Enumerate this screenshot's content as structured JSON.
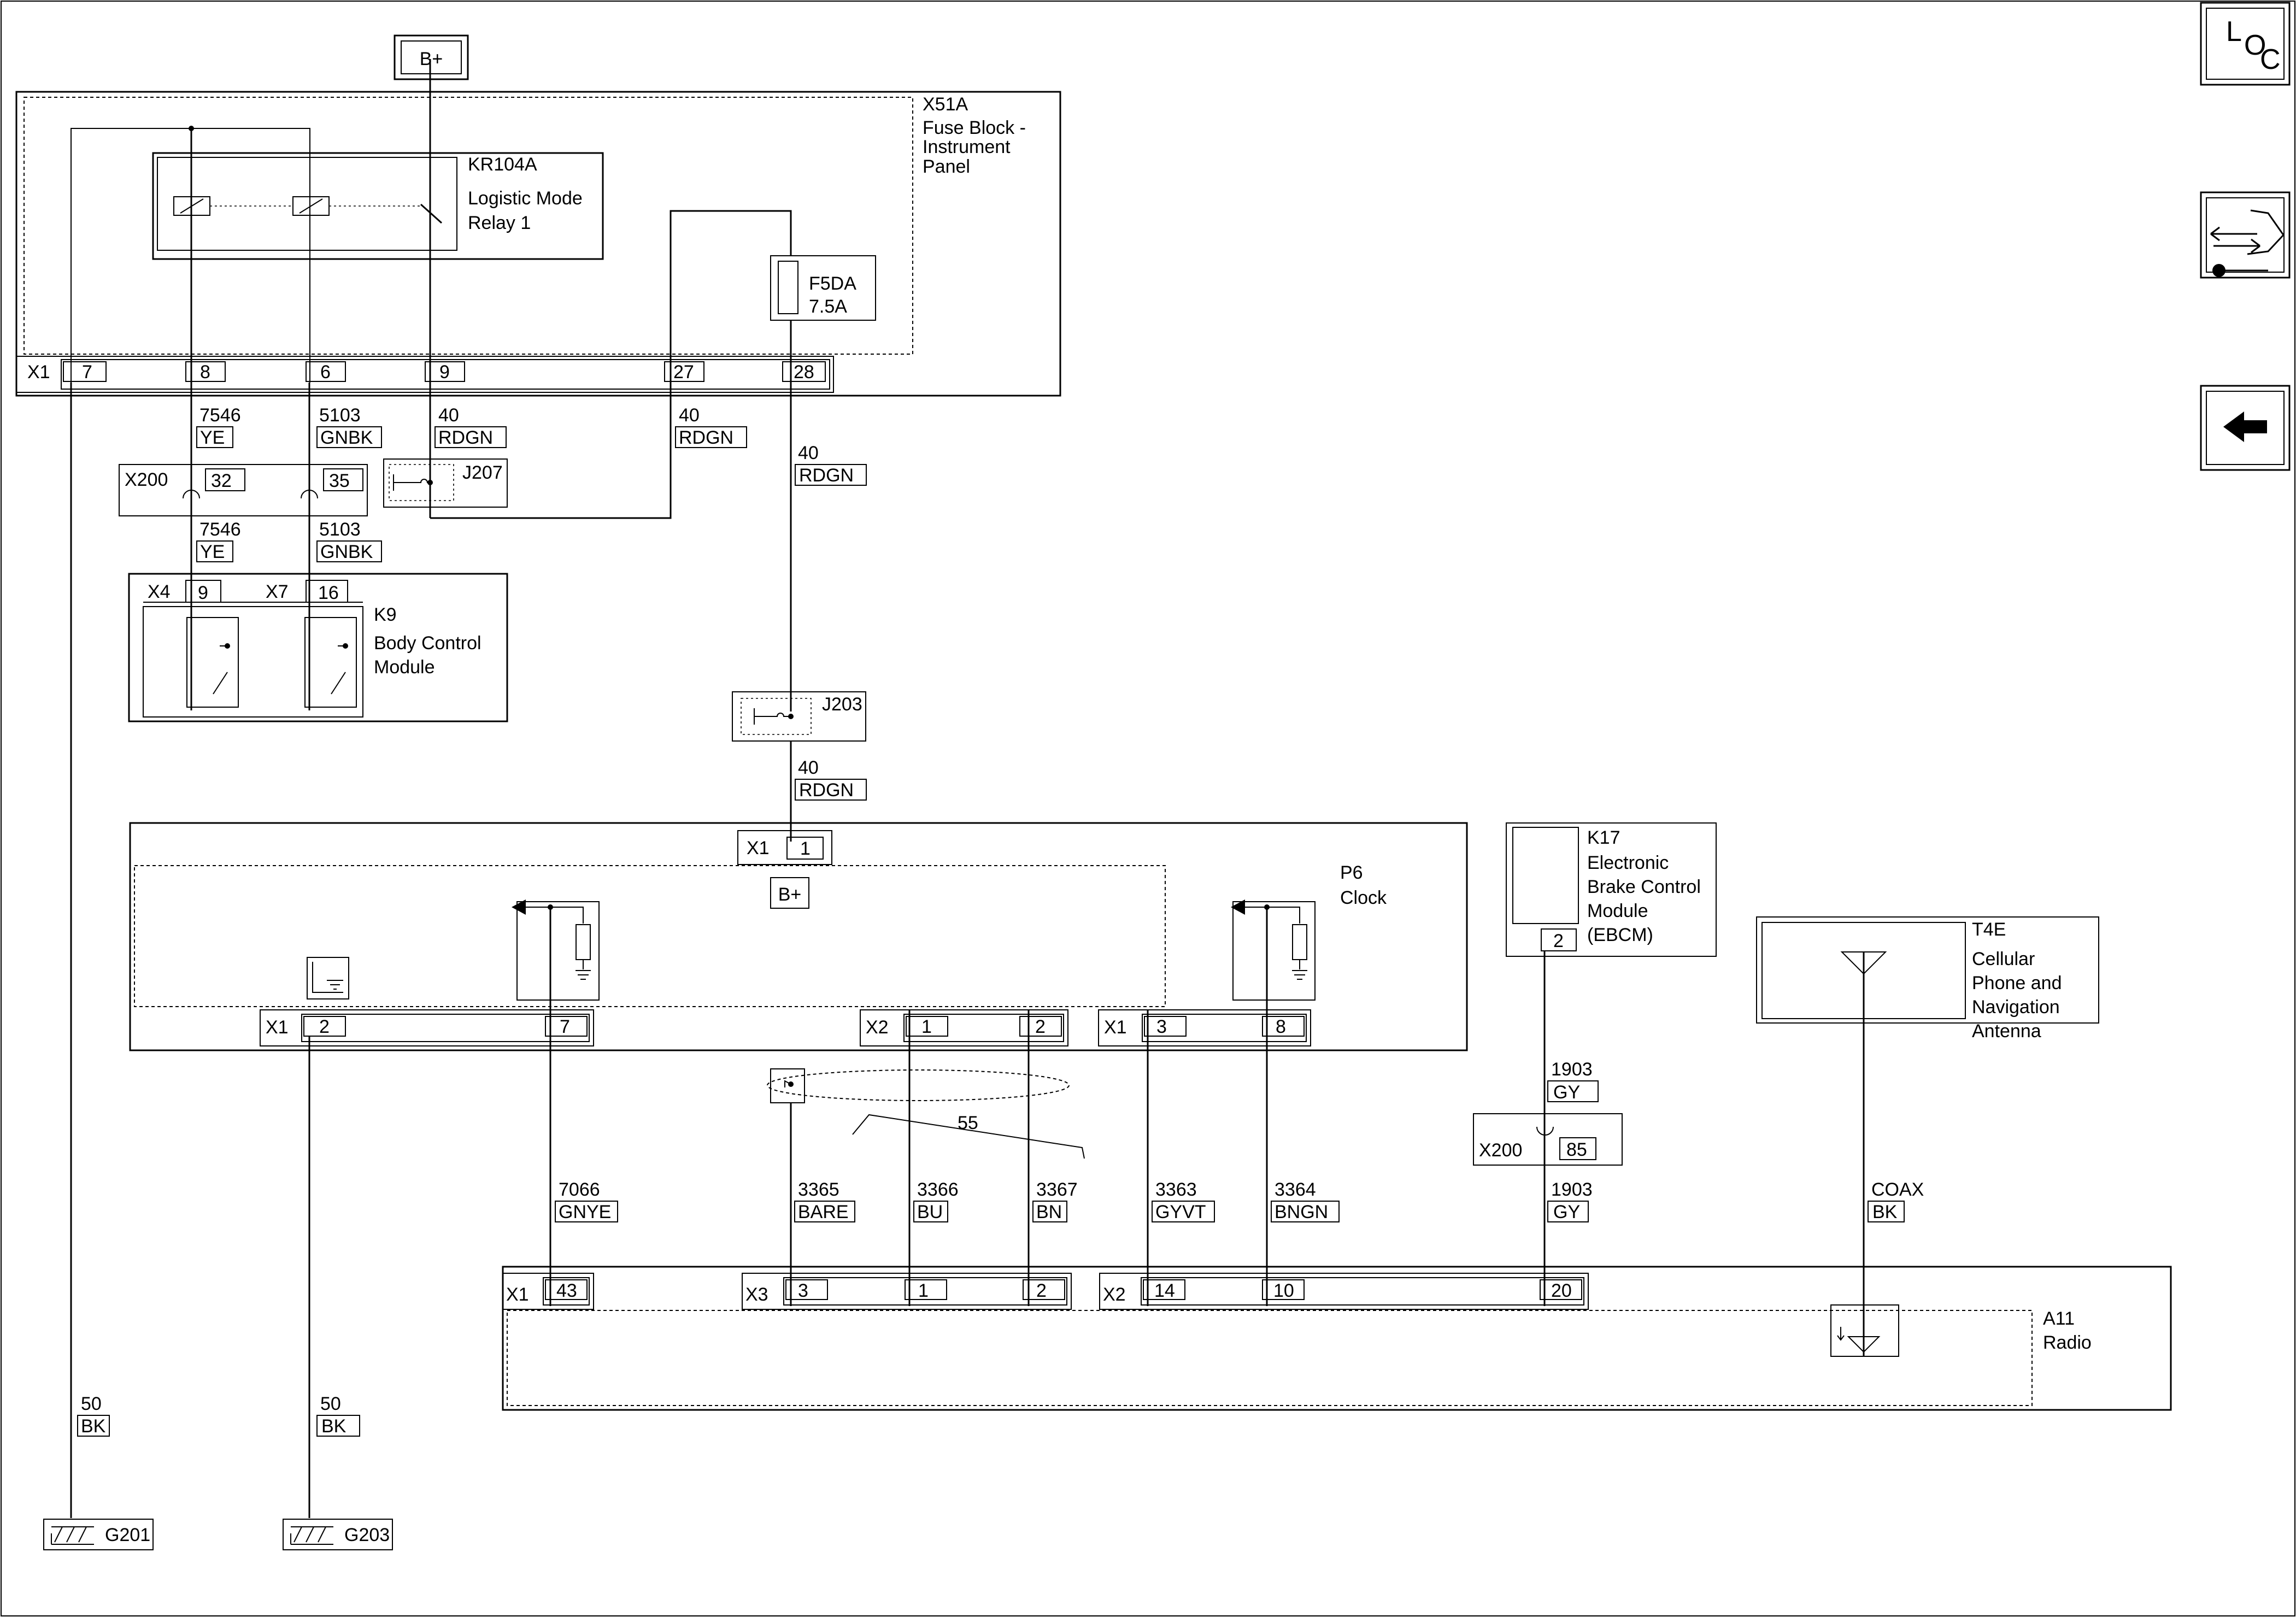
{
  "power": {
    "label": "B+"
  },
  "nav": {
    "loc": "LOC",
    "loc_l": "L",
    "loc_o": "O",
    "loc_c": "C"
  },
  "fuse_block": {
    "ref": "X51A",
    "name_lines": [
      "Fuse Block -",
      "Instrument",
      "Panel"
    ],
    "connector": "X1",
    "pins": [
      "7",
      "8",
      "6",
      "9",
      "27",
      "28"
    ],
    "fuse_ref": "F5DA",
    "fuse_rating": "7.5A",
    "relay_ref": "KR104A",
    "relay_lines": [
      "Logistic Mode",
      "Relay 1"
    ]
  },
  "wires_upper": [
    {
      "circuit": "7546",
      "color": "YE"
    },
    {
      "circuit": "5103",
      "color": "GNBK"
    },
    {
      "circuit": "40",
      "color": "RDGN"
    },
    {
      "circuit": "40",
      "color": "RDGN"
    },
    {
      "circuit": "40",
      "color": "RDGN"
    }
  ],
  "inline_x200_top": {
    "ref": "X200",
    "pins": [
      "32",
      "35"
    ]
  },
  "wires_mid": [
    {
      "circuit": "7546",
      "color": "YE"
    },
    {
      "circuit": "5103",
      "color": "GNBK"
    }
  ],
  "splices": {
    "j207": "J207",
    "j203": "J203"
  },
  "bcm": {
    "ref": "K9",
    "name_lines": [
      "Body Control",
      "Module"
    ],
    "conn_a": "X4",
    "pin_a": "9",
    "conn_b": "X7",
    "pin_b": "16"
  },
  "wire_40_lower": {
    "circuit": "40",
    "color": "RDGN"
  },
  "clock": {
    "ref": "P6",
    "name": "Clock",
    "power_label": "B+",
    "top_conn": "X1",
    "top_pin": "1",
    "bottom_conns": [
      {
        "conn": "X1",
        "pins": [
          "2",
          "7"
        ]
      },
      {
        "conn": "X2",
        "pins": [
          "1",
          "2"
        ]
      },
      {
        "conn": "X1",
        "pins": [
          "3",
          "8"
        ]
      }
    ]
  },
  "ebcm": {
    "ref": "K17",
    "name_lines": [
      "Electronic",
      "Brake Control",
      "Module",
      "(EBCM)"
    ],
    "pin": "2"
  },
  "antenna": {
    "ref": "T4E",
    "name_lines": [
      "Cellular",
      "Phone and",
      "Navigation",
      "Antenna"
    ]
  },
  "twist_label": "55",
  "wire_1903_a": {
    "circuit": "1903",
    "color": "GY"
  },
  "inline_x200_bottom": {
    "ref": "X200",
    "pin": "85"
  },
  "wires_lower": [
    {
      "circuit": "7066",
      "color": "GNYE"
    },
    {
      "circuit": "3365",
      "color": "BARE"
    },
    {
      "circuit": "3366",
      "color": "BU"
    },
    {
      "circuit": "3367",
      "color": "BN"
    },
    {
      "circuit": "3363",
      "color": "GYVT"
    },
    {
      "circuit": "3364",
      "color": "BNGN"
    },
    {
      "circuit": "1903",
      "color": "GY"
    },
    {
      "circuit": "COAX",
      "color": "BK"
    }
  ],
  "radio": {
    "ref": "A11",
    "name": "Radio",
    "conns": [
      {
        "conn": "X1",
        "pins": [
          "43"
        ]
      },
      {
        "conn": "X3",
        "pins": [
          "3",
          "1",
          "2"
        ]
      },
      {
        "conn": "X2",
        "pins": [
          "14",
          "10",
          "20"
        ]
      }
    ]
  },
  "grounds": [
    {
      "circuit": "50",
      "color": "BK",
      "ref": "G201"
    },
    {
      "circuit": "50",
      "color": "BK",
      "ref": "G203"
    }
  ]
}
